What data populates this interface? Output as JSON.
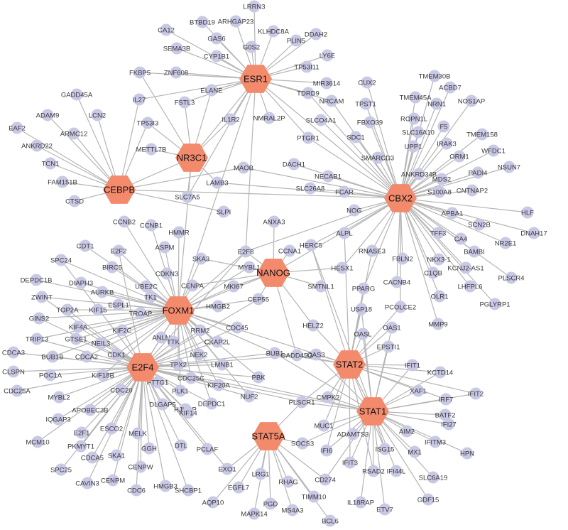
{
  "colors": {
    "hub": "#f48a6c",
    "gene": "#c9c9e6",
    "edge": "#b5b5b5",
    "text": "#3a3a3a",
    "background": "#ffffff"
  },
  "hubs": [
    "ESR1",
    "NR3C1",
    "CEBPB",
    "CBX2",
    "NANOG",
    "FOXM1",
    "E2F4",
    "STAT2",
    "STAT1",
    "STAT5A"
  ],
  "genes": [
    "LRRN3",
    "BTBD19",
    "ARHGAP23",
    "CA12",
    "GAS6",
    "KLHDC8A",
    "SEMA3B",
    "CYP1B1",
    "G0S2",
    "PLIN5",
    "DDAH2",
    "LY6E",
    "FKBP5",
    "ZNF608",
    "TP53I11",
    "IL27",
    "ELANE",
    "MIR3614",
    "CUX2",
    "TMEM30B",
    "ACBD7",
    "TMEM45A",
    "FSTL3",
    "TDRD9",
    "NRCAM",
    "TPST1",
    "NRN1",
    "NOS1AP",
    "GADD45A",
    "FBXO39",
    "ROPN1L",
    "ADAM9",
    "LCN2",
    "IL1R2",
    "NMRAL2P",
    "SLCO4A1",
    "SDC1",
    "SLC16A10",
    "F5",
    "TMEM158",
    "EAF2",
    "ARMC12",
    "TP53I3",
    "PTGR1",
    "UPP1",
    "IRAK3",
    "ORM1",
    "WFDC1",
    "ANKRD22",
    "METTL7B",
    "SMARCD3",
    "PADI4",
    "TCN1",
    "NECAB1",
    "MDS2",
    "NSUN7",
    "DACH1",
    "FCAR",
    "ANKRD34B",
    "CNTNAP2",
    "FAM151B",
    "MAOB",
    "LAMB3",
    "SLC26A8",
    "NOG",
    "S100A8",
    "CTSD",
    "SLC7A5",
    "APBA1",
    "HLF",
    "TFF3",
    "SCN2B",
    "DNAH17",
    "SLPI",
    "ANXA3",
    "ALPL",
    "CA4",
    "NR2E1",
    "BAMBI",
    "CCNB2",
    "CCNB1",
    "HMMR",
    "HERC5",
    "NKX3-1",
    "CDT1",
    "E2F8",
    "RNASE3",
    "KCNJ2-AS1",
    "SPC24",
    "E2F2",
    "ASPM",
    "SKA3",
    "CCNA1",
    "FBLN2",
    "PLSCR4",
    "BIRC5",
    "CDKN3",
    "MYBL1",
    "HESX1",
    "C1QB",
    "DEPDC1B",
    "DIAPH3",
    "UBE2C",
    "LHFPL6",
    "AURKB",
    "TK1",
    "CENPA",
    "MKI67",
    "CACNB4",
    "PPARG",
    "OLR1",
    "PGLYRP1",
    "ZWINT",
    "ESPL1",
    "SMTNL1",
    "TOP2A",
    "KIF15",
    "TROAP",
    "HMGB2",
    "CEP55",
    "USP18",
    "PCOLCE2",
    "GINS2",
    "KIF4A",
    "MMP9",
    "KIF2C",
    "HELZ2",
    "OAS1",
    "GTSE1",
    "ANLN",
    "NEIL3",
    "TTK",
    "RRM2",
    "CDC45",
    "OASL",
    "EPSTI1",
    "TRIP13",
    "CKAP2L",
    "OAS3",
    "CDCA3",
    "BUB1B",
    "CDCA2",
    "CDK1",
    "NEK2",
    "GADD45G",
    "BUB1",
    "CLSPN",
    "POC1A",
    "KIF18B",
    "TPX2",
    "LMNB1",
    "IFIT1",
    "KCTD14",
    "CDC25C",
    "PBK",
    "CDC25A",
    "MYBL2",
    "CDC20",
    "PTTG1",
    "KIF20A",
    "CMPK2",
    "XAF1",
    "IFIT2",
    "PLK1",
    "DEPDC1",
    "NUF2",
    "PLSCR1",
    "IRF7",
    "APOBEC3B",
    "DLGAP5",
    "HJURP",
    "KIF14",
    "BATF2",
    "IQGAP3",
    "ESCO2",
    "MUC1",
    "IFI27",
    "E2F1",
    "AIM2",
    "MCM10",
    "PKMYT1",
    "MELK",
    "ADAMTS3",
    "IFITM3",
    "SOCS3",
    "IFI6",
    "ISG15",
    "MX1",
    "HPN",
    "CDCA5",
    "SKA1",
    "GGH",
    "DTL",
    "PCLAF",
    "EXO1",
    "LRG1",
    "IFIT3",
    "RSAD2",
    "IFI44L",
    "SLC6A19",
    "SPC25",
    "CENPW",
    "CAVIN3",
    "CENPM",
    "RHAG",
    "CD274",
    "CDC6",
    "HMGB3",
    "SHCBP1",
    "EGFL7",
    "IL18RAP",
    "GDF15",
    "AQP10",
    "PGD",
    "TIMM10",
    "MAPK14",
    "MS4A3",
    "ETV7",
    "BCL6"
  ],
  "edges": [
    [
      "ESR1",
      "LRRN3"
    ],
    [
      "ESR1",
      "BTBD19"
    ],
    [
      "ESR1",
      "ARHGAP23"
    ],
    [
      "ESR1",
      "CA12"
    ],
    [
      "ESR1",
      "GAS6"
    ],
    [
      "ESR1",
      "KLHDC8A"
    ],
    [
      "ESR1",
      "SEMA3B"
    ],
    [
      "ESR1",
      "CYP1B1"
    ],
    [
      "ESR1",
      "G0S2"
    ],
    [
      "ESR1",
      "PLIN5"
    ],
    [
      "ESR1",
      "DDAH2"
    ],
    [
      "ESR1",
      "LY6E"
    ],
    [
      "ESR1",
      "FKBP5"
    ],
    [
      "ESR1",
      "ZNF608"
    ],
    [
      "ESR1",
      "TP53I11"
    ],
    [
      "ESR1",
      "IL27"
    ],
    [
      "ESR1",
      "ELANE"
    ],
    [
      "ESR1",
      "MIR3614"
    ],
    [
      "ESR1",
      "FSTL3"
    ],
    [
      "ESR1",
      "TDRD9"
    ],
    [
      "ESR1",
      "NRCAM"
    ],
    [
      "ESR1",
      "IL1R2"
    ],
    [
      "ESR1",
      "NMRAL2P"
    ],
    [
      "ESR1",
      "NR3C1"
    ],
    [
      "ESR1",
      "CBX2"
    ],
    [
      "ESR1",
      "FOXM1"
    ],
    [
      "ESR1",
      "E2F8"
    ],
    [
      "ESR1",
      "SLC7A5"
    ],
    [
      "ESR1",
      "PTGR1"
    ],
    [
      "NR3C1",
      "ELANE"
    ],
    [
      "NR3C1",
      "FSTL3"
    ],
    [
      "NR3C1",
      "TP53I3"
    ],
    [
      "NR3C1",
      "METTL7B"
    ],
    [
      "NR3C1",
      "IL1R2"
    ],
    [
      "NR3C1",
      "LAMB3"
    ],
    [
      "NR3C1",
      "SLC7A5"
    ],
    [
      "NR3C1",
      "FOXM1"
    ],
    [
      "NR3C1",
      "FKBP5"
    ],
    [
      "NR3C1",
      "CEBPB"
    ],
    [
      "CEBPB",
      "GADD45A"
    ],
    [
      "CEBPB",
      "ADAM9"
    ],
    [
      "CEBPB",
      "LCN2"
    ],
    [
      "CEBPB",
      "EAF2"
    ],
    [
      "CEBPB",
      "ARMC12"
    ],
    [
      "CEBPB",
      "ANKRD22"
    ],
    [
      "CEBPB",
      "TCN1"
    ],
    [
      "CEBPB",
      "FAM151B"
    ],
    [
      "CEBPB",
      "CTSD"
    ],
    [
      "CEBPB",
      "MAOB"
    ],
    [
      "CEBPB",
      "SLPI"
    ],
    [
      "CEBPB",
      "CBX2"
    ],
    [
      "CEBPB",
      "IL27"
    ],
    [
      "CEBPB",
      "TP53I3"
    ],
    [
      "CBX2",
      "CUX2"
    ],
    [
      "CBX2",
      "TMEM30B"
    ],
    [
      "CBX2",
      "ACBD7"
    ],
    [
      "CBX2",
      "TMEM45A"
    ],
    [
      "CBX2",
      "TPST1"
    ],
    [
      "CBX2",
      "NRN1"
    ],
    [
      "CBX2",
      "NOS1AP"
    ],
    [
      "CBX2",
      "FBXO39"
    ],
    [
      "CBX2",
      "ROPN1L"
    ],
    [
      "CBX2",
      "SLCO4A1"
    ],
    [
      "CBX2",
      "SDC1"
    ],
    [
      "CBX2",
      "SLC16A10"
    ],
    [
      "CBX2",
      "F5"
    ],
    [
      "CBX2",
      "TMEM158"
    ],
    [
      "CBX2",
      "PTGR1"
    ],
    [
      "CBX2",
      "UPP1"
    ],
    [
      "CBX2",
      "IRAK3"
    ],
    [
      "CBX2",
      "ORM1"
    ],
    [
      "CBX2",
      "WFDC1"
    ],
    [
      "CBX2",
      "SMARCD3"
    ],
    [
      "CBX2",
      "PADI4"
    ],
    [
      "CBX2",
      "NECAB1"
    ],
    [
      "CBX2",
      "MDS2"
    ],
    [
      "CBX2",
      "NSUN7"
    ],
    [
      "CBX2",
      "DACH1"
    ],
    [
      "CBX2",
      "FCAR"
    ],
    [
      "CBX2",
      "ANKRD34B"
    ],
    [
      "CBX2",
      "CNTNAP2"
    ],
    [
      "CBX2",
      "SLC26A8"
    ],
    [
      "CBX2",
      "NOG"
    ],
    [
      "CBX2",
      "S100A8"
    ],
    [
      "CBX2",
      "APBA1"
    ],
    [
      "CBX2",
      "HLF"
    ],
    [
      "CBX2",
      "TFF3"
    ],
    [
      "CBX2",
      "SCN2B"
    ],
    [
      "CBX2",
      "DNAH17"
    ],
    [
      "CBX2",
      "ALPL"
    ],
    [
      "CBX2",
      "CA4"
    ],
    [
      "CBX2",
      "NR2E1"
    ],
    [
      "CBX2",
      "BAMBI"
    ],
    [
      "CBX2",
      "HERC5"
    ],
    [
      "CBX2",
      "NKX3-1"
    ],
    [
      "CBX2",
      "RNASE3"
    ],
    [
      "CBX2",
      "KCNJ2-AS1"
    ],
    [
      "CBX2",
      "FBLN2"
    ],
    [
      "CBX2",
      "PLSCR4"
    ],
    [
      "CBX2",
      "HESX1"
    ],
    [
      "CBX2",
      "C1QB"
    ],
    [
      "CBX2",
      "LHFPL6"
    ],
    [
      "CBX2",
      "CACNB4"
    ],
    [
      "CBX2",
      "PPARG"
    ],
    [
      "CBX2",
      "OLR1"
    ],
    [
      "CBX2",
      "PGLYRP1"
    ],
    [
      "CBX2",
      "PCOLCE2"
    ],
    [
      "CBX2",
      "MMP9"
    ],
    [
      "CBX2",
      "NRCAM"
    ],
    [
      "CBX2",
      "TDRD9"
    ],
    [
      "CBX2",
      "MAOB"
    ],
    [
      "CBX2",
      "NANOG"
    ],
    [
      "CBX2",
      "E2F8"
    ],
    [
      "CBX2",
      "LAMB3"
    ],
    [
      "NANOG",
      "CCNA1"
    ],
    [
      "NANOG",
      "MYBL1"
    ],
    [
      "NANOG",
      "SMTNL1"
    ],
    [
      "NANOG",
      "HESX1"
    ],
    [
      "NANOG",
      "ANXA3"
    ],
    [
      "NANOG",
      "MKI67"
    ],
    [
      "NANOG",
      "CEP55"
    ],
    [
      "NANOG",
      "HELZ2"
    ],
    [
      "NANOG",
      "SKA3"
    ],
    [
      "NANOG",
      "E2F8"
    ],
    [
      "NANOG",
      "FOXM1"
    ],
    [
      "NANOG",
      "GADD45G"
    ],
    [
      "NANOG",
      "CENPA"
    ],
    [
      "FOXM1",
      "CCNB2"
    ],
    [
      "FOXM1",
      "CCNB1"
    ],
    [
      "FOXM1",
      "HMMR"
    ],
    [
      "FOXM1",
      "E2F2"
    ],
    [
      "FOXM1",
      "ASPM"
    ],
    [
      "FOXM1",
      "SKA3"
    ],
    [
      "FOXM1",
      "BIRC5"
    ],
    [
      "FOXM1",
      "CDKN3"
    ],
    [
      "FOXM1",
      "UBE2C"
    ],
    [
      "FOXM1",
      "AURKB"
    ],
    [
      "FOXM1",
      "TK1"
    ],
    [
      "FOXM1",
      "CENPA"
    ],
    [
      "FOXM1",
      "MKI67"
    ],
    [
      "FOXM1",
      "DIAPH3"
    ],
    [
      "FOXM1",
      "DEPDC1B"
    ],
    [
      "FOXM1",
      "ZWINT"
    ],
    [
      "FOXM1",
      "ESPL1"
    ],
    [
      "FOXM1",
      "TOP2A"
    ],
    [
      "FOXM1",
      "KIF15"
    ],
    [
      "FOXM1",
      "TROAP"
    ],
    [
      "FOXM1",
      "HMGB2"
    ],
    [
      "FOXM1",
      "CEP55"
    ],
    [
      "FOXM1",
      "GINS2"
    ],
    [
      "FOXM1",
      "KIF4A"
    ],
    [
      "FOXM1",
      "KIF2C"
    ],
    [
      "FOXM1",
      "GTSE1"
    ],
    [
      "FOXM1",
      "ANLN"
    ],
    [
      "FOXM1",
      "NEIL3"
    ],
    [
      "FOXM1",
      "TTK"
    ],
    [
      "FOXM1",
      "RRM2"
    ],
    [
      "FOXM1",
      "CDC45"
    ],
    [
      "FOXM1",
      "CKAP2L"
    ],
    [
      "FOXM1",
      "SPC24"
    ],
    [
      "FOXM1",
      "CDT1"
    ],
    [
      "FOXM1",
      "E2F8"
    ],
    [
      "FOXM1",
      "MYBL1"
    ],
    [
      "FOXM1",
      "E2F4"
    ],
    [
      "FOXM1",
      "CDK1"
    ],
    [
      "FOXM1",
      "NEK2"
    ],
    [
      "FOXM1",
      "BUB1"
    ],
    [
      "FOXM1",
      "PBK"
    ],
    [
      "FOXM1",
      "TPX2"
    ],
    [
      "FOXM1",
      "LMNB1"
    ],
    [
      "FOXM1",
      "CDC25C"
    ],
    [
      "FOXM1",
      "NUF2"
    ],
    [
      "FOXM1",
      "KIF20A"
    ],
    [
      "FOXM1",
      "PLK1"
    ],
    [
      "FOXM1",
      "DEPDC1"
    ],
    [
      "FOXM1",
      "BUB1B"
    ],
    [
      "FOXM1",
      "CDCA2"
    ],
    [
      "FOXM1",
      "TRIP13"
    ],
    [
      "FOXM1",
      "KIF18B"
    ],
    [
      "FOXM1",
      "STAT2"
    ],
    [
      "E2F4",
      "CDCA3"
    ],
    [
      "E2F4",
      "BUB1B"
    ],
    [
      "E2F4",
      "CDCA2"
    ],
    [
      "E2F4",
      "CDK1"
    ],
    [
      "E2F4",
      "CLSPN"
    ],
    [
      "E2F4",
      "POC1A"
    ],
    [
      "E2F4",
      "KIF18B"
    ],
    [
      "E2F4",
      "CDC25A"
    ],
    [
      "E2F4",
      "MYBL2"
    ],
    [
      "E2F4",
      "CDC20"
    ],
    [
      "E2F4",
      "PTTG1"
    ],
    [
      "E2F4",
      "APOBEC3B"
    ],
    [
      "E2F4",
      "DLGAP5"
    ],
    [
      "E2F4",
      "HJURP"
    ],
    [
      "E2F4",
      "KIF14"
    ],
    [
      "E2F4",
      "IQGAP3"
    ],
    [
      "E2F4",
      "ESCO2"
    ],
    [
      "E2F4",
      "E2F1"
    ],
    [
      "E2F4",
      "MCM10"
    ],
    [
      "E2F4",
      "PKMYT1"
    ],
    [
      "E2F4",
      "MELK"
    ],
    [
      "E2F4",
      "CDCA5"
    ],
    [
      "E2F4",
      "SKA1"
    ],
    [
      "E2F4",
      "GGH"
    ],
    [
      "E2F4",
      "DTL"
    ],
    [
      "E2F4",
      "PCLAF"
    ],
    [
      "E2F4",
      "EXO1"
    ],
    [
      "E2F4",
      "SPC25"
    ],
    [
      "E2F4",
      "CENPW"
    ],
    [
      "E2F4",
      "CAVIN3"
    ],
    [
      "E2F4",
      "CENPM"
    ],
    [
      "E2F4",
      "CDC6"
    ],
    [
      "E2F4",
      "HMGB3"
    ],
    [
      "E2F4",
      "SHCBP1"
    ],
    [
      "E2F4",
      "TRIP13"
    ],
    [
      "E2F4",
      "GINS2"
    ],
    [
      "E2F4",
      "GTSE1"
    ],
    [
      "E2F4",
      "NEIL3"
    ],
    [
      "E2F4",
      "KIF2C"
    ],
    [
      "E2F4",
      "KIF4A"
    ],
    [
      "E2F4",
      "ANLN"
    ],
    [
      "E2F4",
      "TTK"
    ],
    [
      "E2F4",
      "TPX2"
    ],
    [
      "E2F4",
      "NEK2"
    ],
    [
      "E2F4",
      "CDC25C"
    ],
    [
      "E2F4",
      "PLK1"
    ],
    [
      "E2F4",
      "KIF20A"
    ],
    [
      "E2F4",
      "DEPDC1"
    ],
    [
      "E2F4",
      "NUF2"
    ],
    [
      "E2F4",
      "LMNB1"
    ],
    [
      "E2F4",
      "PBK"
    ],
    [
      "E2F4",
      "BUB1"
    ],
    [
      "E2F4",
      "RRM2"
    ],
    [
      "E2F4",
      "CKAP2L"
    ],
    [
      "E2F4",
      "CDC45"
    ],
    [
      "E2F4",
      "TOP2A"
    ],
    [
      "E2F4",
      "ZWINT"
    ],
    [
      "E2F4",
      "SPC24"
    ],
    [
      "E2F4",
      "E2F2"
    ],
    [
      "E2F4",
      "E2F8"
    ],
    [
      "E2F4",
      "STAT1"
    ],
    [
      "E2F4",
      "PLSCR1"
    ],
    [
      "E2F4",
      "GADD45G"
    ],
    [
      "E2F4",
      "CEP55"
    ],
    [
      "STAT2",
      "HERC5"
    ],
    [
      "STAT2",
      "USP18"
    ],
    [
      "STAT2",
      "OASL"
    ],
    [
      "STAT2",
      "OAS1"
    ],
    [
      "STAT2",
      "EPSTI1"
    ],
    [
      "STAT2",
      "OAS3"
    ],
    [
      "STAT2",
      "HELZ2"
    ],
    [
      "STAT2",
      "GADD45G"
    ],
    [
      "STAT2",
      "BUB1"
    ],
    [
      "STAT2",
      "IFIT1"
    ],
    [
      "STAT2",
      "KCTD14"
    ],
    [
      "STAT2",
      "CMPK2"
    ],
    [
      "STAT2",
      "XAF1"
    ],
    [
      "STAT2",
      "IFIT2"
    ],
    [
      "STAT2",
      "IRF7"
    ],
    [
      "STAT2",
      "PLSCR1"
    ],
    [
      "STAT2",
      "MUC1"
    ],
    [
      "STAT2",
      "PPARG"
    ],
    [
      "STAT2",
      "PCOLCE2"
    ],
    [
      "STAT2",
      "RNASE3"
    ],
    [
      "STAT2",
      "ALPL"
    ],
    [
      "STAT2",
      "STAT1"
    ],
    [
      "STAT2",
      "IFI6"
    ],
    [
      "STAT2",
      "ISG15"
    ],
    [
      "STAT2",
      "RSAD2"
    ],
    [
      "STAT2",
      "IFIT3"
    ],
    [
      "STAT1",
      "IFIT1"
    ],
    [
      "STAT1",
      "KCTD14"
    ],
    [
      "STAT1",
      "XAF1"
    ],
    [
      "STAT1",
      "IFIT2"
    ],
    [
      "STAT1",
      "IRF7"
    ],
    [
      "STAT1",
      "BATF2"
    ],
    [
      "STAT1",
      "IFI27"
    ],
    [
      "STAT1",
      "AIM2"
    ],
    [
      "STAT1",
      "IFITM3"
    ],
    [
      "STAT1",
      "MX1"
    ],
    [
      "STAT1",
      "HPN"
    ],
    [
      "STAT1",
      "ISG15"
    ],
    [
      "STAT1",
      "IFI6"
    ],
    [
      "STAT1",
      "ADAMTS3"
    ],
    [
      "STAT1",
      "MUC1"
    ],
    [
      "STAT1",
      "IFIT3"
    ],
    [
      "STAT1",
      "RSAD2"
    ],
    [
      "STAT1",
      "IFI44L"
    ],
    [
      "STAT1",
      "SLC6A19"
    ],
    [
      "STAT1",
      "CD274"
    ],
    [
      "STAT1",
      "IL18RAP"
    ],
    [
      "STAT1",
      "GDF15"
    ],
    [
      "STAT1",
      "ETV7"
    ],
    [
      "STAT1",
      "CMPK2"
    ],
    [
      "STAT1",
      "PLSCR1"
    ],
    [
      "STAT1",
      "EPSTI1"
    ],
    [
      "STAT1",
      "OAS1"
    ],
    [
      "STAT1",
      "OASL"
    ],
    [
      "STAT1",
      "USP18"
    ],
    [
      "STAT1",
      "HERC5"
    ],
    [
      "STAT1",
      "SOCS3"
    ],
    [
      "STAT1",
      "CDK1"
    ],
    [
      "STAT1",
      "BUB1"
    ],
    [
      "STAT1",
      "OAS3"
    ],
    [
      "STAT5A",
      "SOCS3"
    ],
    [
      "STAT5A",
      "LRG1"
    ],
    [
      "STAT5A",
      "EGFL7"
    ],
    [
      "STAT5A",
      "AQP10"
    ],
    [
      "STAT5A",
      "PGD"
    ],
    [
      "STAT5A",
      "MAPK14"
    ],
    [
      "STAT5A",
      "MS4A3"
    ],
    [
      "STAT5A",
      "TIMM10"
    ],
    [
      "STAT5A",
      "BCL6"
    ],
    [
      "STAT5A",
      "RHAG"
    ],
    [
      "STAT5A",
      "EXO1"
    ],
    [
      "STAT5A",
      "CD274"
    ],
    [
      "STAT5A",
      "PLSCR1"
    ]
  ]
}
